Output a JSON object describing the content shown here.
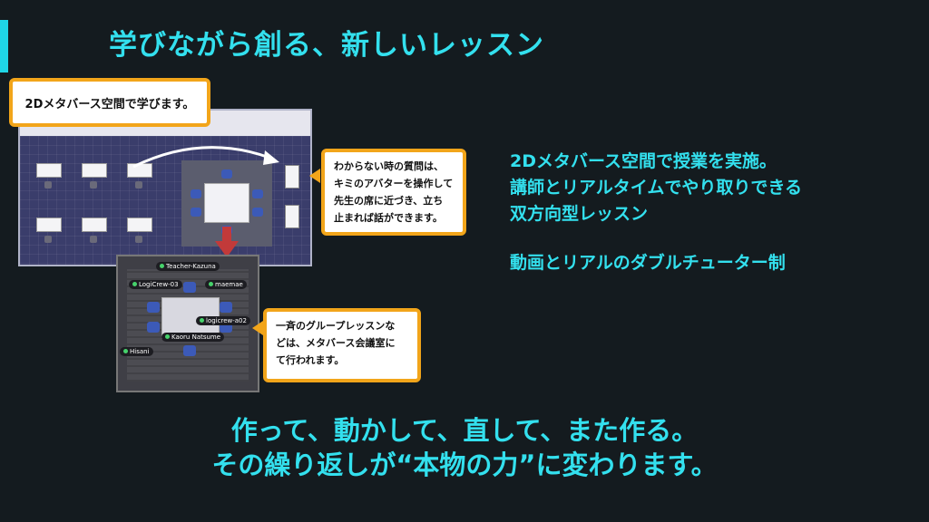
{
  "title": "学びながら創る、新しいレッスン",
  "callouts": {
    "top": "2Dメタバース空間で学びます。",
    "right": [
      "わからない時の質問は、",
      "キミのアバターを操作して",
      "先生の席に近づき、立ち",
      "止まれば話ができます。"
    ],
    "bottom": [
      "一斉のグループレッスンな",
      "どは、メタバース会議室に",
      "て行われます。"
    ]
  },
  "room_tags": {
    "teacher": "Teacher-Kazuna",
    "logicrew03": "LogiCrew-03",
    "maemae": "maemae",
    "logicrewa02": "logicrew-a02",
    "kaoru": "Kaoru Natsume",
    "hisani": "Hisani"
  },
  "description": {
    "lines": [
      "2Dメタバース空間で授業を実施。",
      "講師とリアルタイムでやり取りできる",
      "双方向型レッスン"
    ],
    "line4": "動画とリアルのダブルチューター制"
  },
  "bottom": {
    "line1": "作って、動かして、直して、また作る。",
    "line2": "その繰り返しが“本物の力”に変わります。"
  },
  "colors": {
    "accent": "#33e0ee",
    "callout_border": "#f2a51a",
    "background": "#141b1f"
  }
}
